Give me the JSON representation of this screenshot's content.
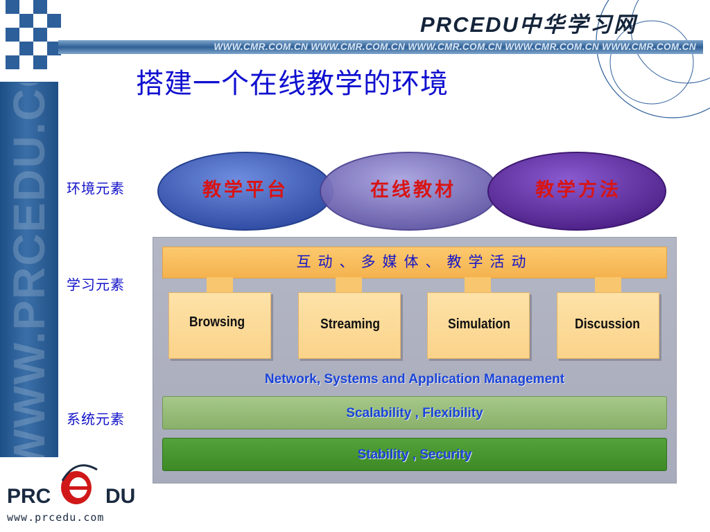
{
  "header": {
    "brand_latin": "PRCEDU",
    "brand_cn": "中华学习网",
    "url_band": "WWW.CMR.COM.CN WWW.CMR.COM.CN WWW.CMR.COM.CN WWW.CMR.COM.CN WWW.CMR.COM.CN"
  },
  "sidebar": {
    "vertical_url": "WWW.PRCEDU.COM",
    "logo_left": "PRC",
    "logo_right": "DU",
    "logo_url": "www.prcedu.com"
  },
  "title": "搭建一个在线教学的环境",
  "row_labels": {
    "environment": "环境元素",
    "learning": "学习元素",
    "system": "系统元素"
  },
  "environment_items": [
    "教学平台",
    "在线教材",
    "教学方法"
  ],
  "learning": {
    "top_bar": "互动、多媒体、教学活动",
    "boxes": [
      "Browsing",
      "Streaming",
      "Simulation",
      "Discussion"
    ]
  },
  "system": {
    "network": "Network, Systems and Application Management",
    "scalability": "Scalability , Flexibility",
    "stability": "Stability  , Security"
  },
  "colors": {
    "title_blue": "#1010d0",
    "ellipse_text_red": "#d81414",
    "ellipse_left": "#3a5ab5",
    "ellipse_mid": "#6258a8",
    "ellipse_right": "#5a2a92",
    "bar_orange": "#f4b24e",
    "box_cream": "#fbd38a",
    "band_light_green": "#89b06a",
    "band_dark_green": "#3d8a26",
    "panel_grey": "#a8abbb"
  }
}
